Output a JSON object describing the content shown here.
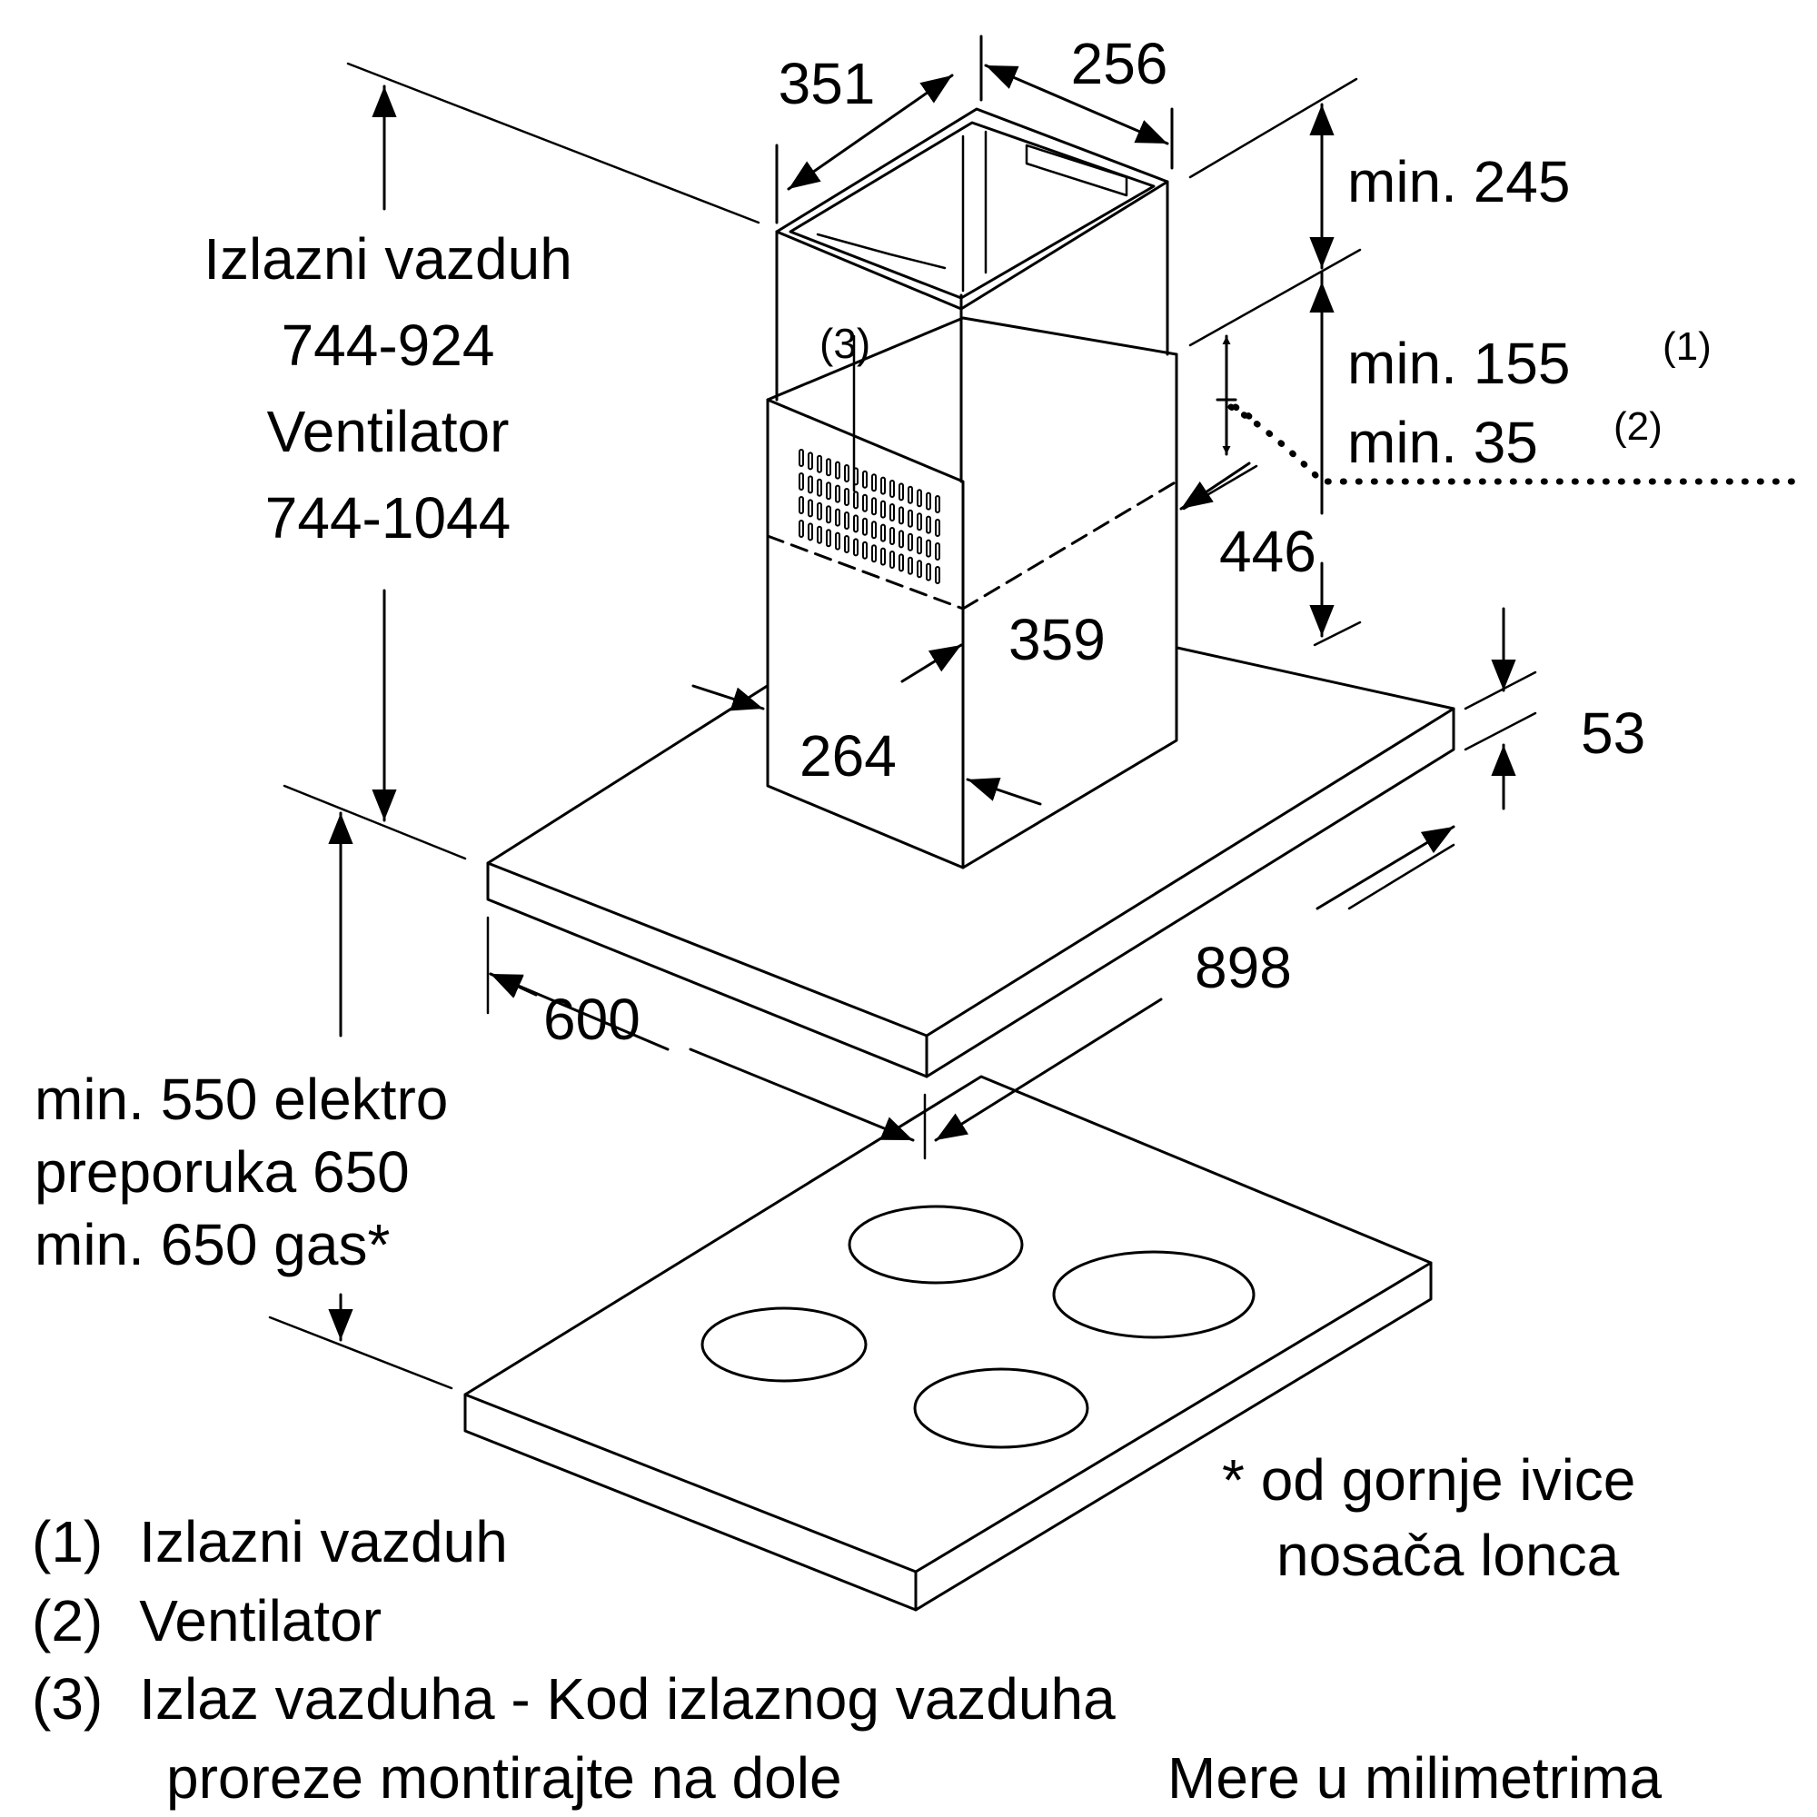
{
  "dimensions": {
    "d351": "351",
    "d256": "256",
    "min245": "min. 245",
    "min155": "min. 155",
    "sup1": "(1)",
    "min35": "min. 35",
    "sup2": "(2)",
    "d446": "446",
    "d359": "359",
    "d264": "264",
    "d53": "53",
    "d898": "898",
    "d600": "600",
    "callout3": "(3)"
  },
  "chimney_height": {
    "line1": "Izlazni vazduh",
    "line2": "744-924",
    "line3": "Ventilator",
    "line4": "744-1044"
  },
  "clearance": {
    "line1": "min. 550 elektro",
    "line2": "preporuka 650",
    "line3": "min. 650 gas*"
  },
  "footnote": {
    "line1": "* od gornje ivice",
    "line2": "nosača lonca"
  },
  "legend": [
    {
      "key": "(1)",
      "text": "Izlazni vazduh"
    },
    {
      "key": "(2)",
      "text": "Ventilator"
    },
    {
      "key": "(3)",
      "text": "Izlaz vazduha - Kod izlaznog vazduha"
    },
    {
      "key": "",
      "text": "proreze montirajte na dole"
    }
  ],
  "units_note": "Mere u milimetrima",
  "colors": {
    "line": "#000000",
    "background": "#ffffff"
  }
}
